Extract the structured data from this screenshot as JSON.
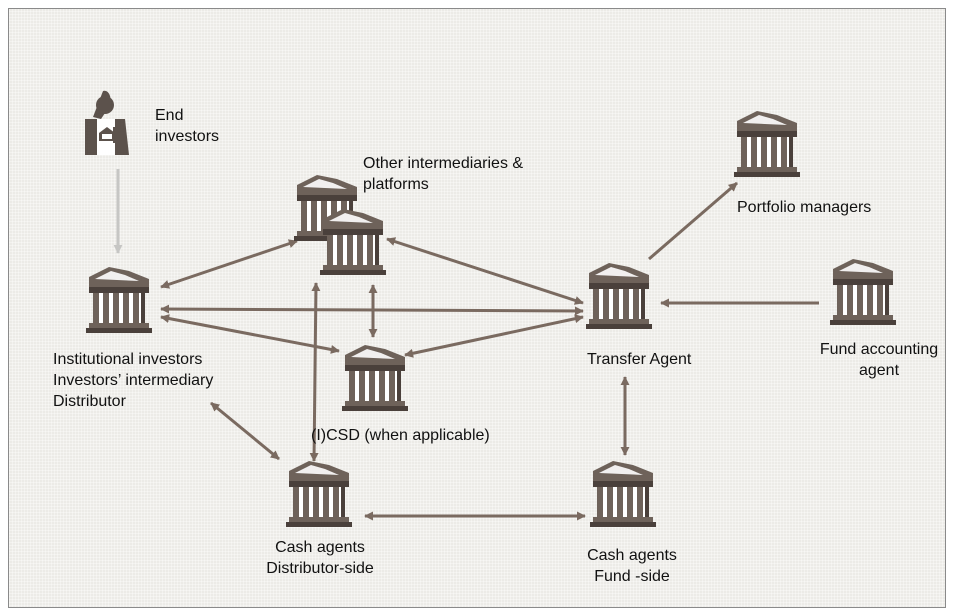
{
  "colors": {
    "arrow": "#7a6a60",
    "input_arrow": "#c6c6c4",
    "building": "#6e625a",
    "building_dark": "#4a403b",
    "building_light": "#ffffff",
    "person": "#5c524c"
  },
  "labels": {
    "end_investors": [
      "End",
      "investors"
    ],
    "other_intermediaries": [
      "Other intermediaries &",
      "platforms"
    ],
    "portfolio_managers": "Portfolio managers",
    "institutional": [
      "Institutional investors",
      "Investors’ intermediary",
      "Distributor"
    ],
    "transfer_agent": "Transfer Agent",
    "fund_accounting": [
      "Fund accounting",
      "agent"
    ],
    "icsd": "(I)CSD (when applicable)",
    "cash_distributor": [
      "Cash agents",
      "Distributor-side"
    ],
    "cash_fund": [
      "Cash agents",
      "Fund -side"
    ]
  }
}
